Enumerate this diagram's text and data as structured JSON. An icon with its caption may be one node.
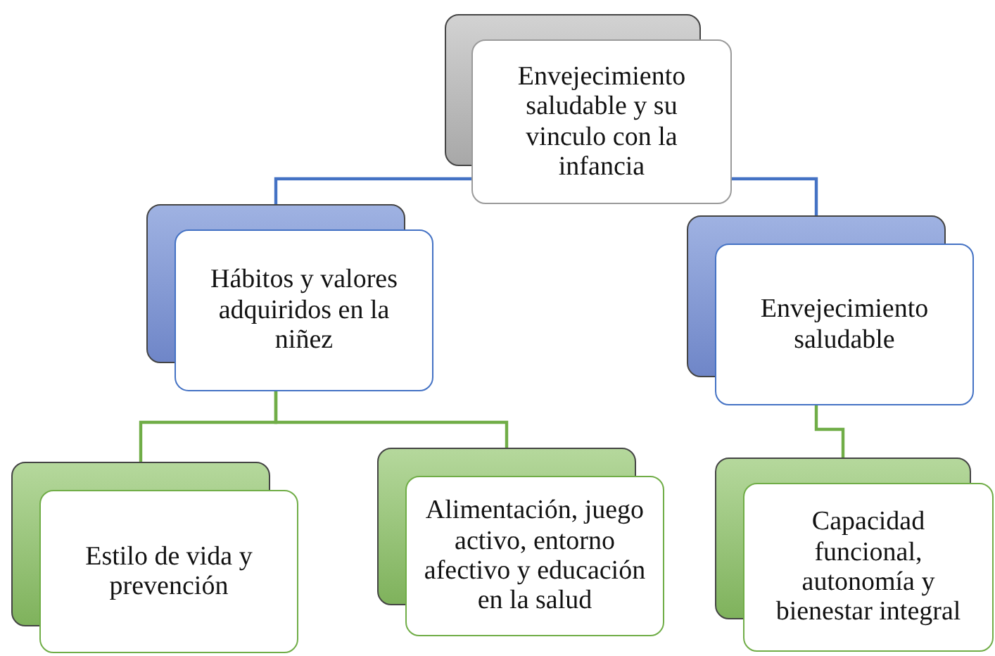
{
  "diagram": {
    "nodes": [
      {
        "text": [
          "Envejecimiento saludable y su vinculo con la infancia"
        ]
      },
      {
        "text": [
          "Hábitos y valores adquiridos en la niñez"
        ]
      },
      {
        "text": [
          "Envejecimiento saludable"
        ]
      },
      {
        "text": [
          "Estilo de vida y prevención"
        ]
      },
      {
        "text": [
          "Alimentación, juego activo, entorno afectivo y educación en la salud"
        ]
      },
      {
        "text": [
          "Capacidad funcional, autonomía y bienestar integral"
        ]
      }
    ],
    "edges": [
      {
        "from": 0,
        "to": 1,
        "arrow": "none",
        "color": "#4472c4"
      },
      {
        "from": 0,
        "to": 2,
        "arrow": "none",
        "color": "#4472c4"
      },
      {
        "from": 1,
        "to": 3,
        "arrow": "none"
      },
      {
        "from": 1,
        "to": 4,
        "arrow": "none"
      },
      {
        "from": 2,
        "to": 5,
        "arrow": "none"
      }
    ]
  }
}
